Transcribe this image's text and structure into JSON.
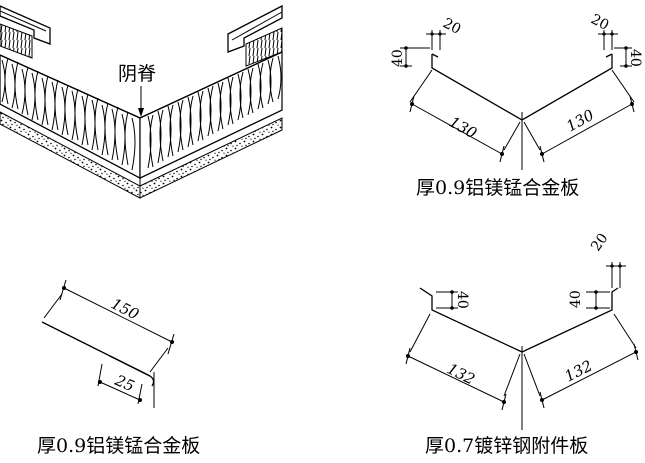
{
  "figure_1": {
    "label_valley_ridge": "阴脊"
  },
  "figure_2": {
    "dim_hem_left": "20",
    "dim_hem_right": "20",
    "dim_upturn_left": "40",
    "dim_upturn_right": "40",
    "dim_leg_left": "130",
    "dim_leg_right": "130",
    "caption": "厚0.9铝镁锰合金板"
  },
  "figure_3": {
    "dim_long": "150",
    "dim_short": "25",
    "caption": "厚0.9铝镁锰合金板"
  },
  "figure_4": {
    "dim_hem": "20",
    "dim_upturn_left": "40",
    "dim_upturn_right": "40",
    "dim_leg_left": "132",
    "dim_leg_right": "132",
    "caption": "厚0.7镀锌钢附件板"
  }
}
